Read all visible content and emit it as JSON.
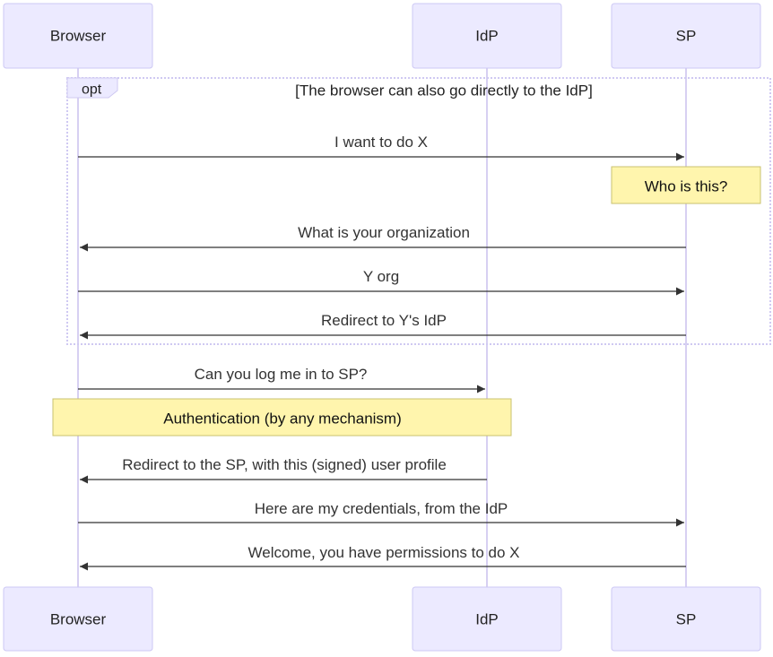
{
  "colors": {
    "actor_fill": "#eceaff",
    "actor_border": "#cdc8f4",
    "lifeline": "#d7d0f2",
    "note_fill": "#fff5ad",
    "arrow": "#333333"
  },
  "actors": {
    "browser": "Browser",
    "idp": "IdP",
    "sp": "SP"
  },
  "opt_frame": {
    "label": "opt",
    "condition": "[The browser can also go directly to the IdP]"
  },
  "messages": [
    {
      "from": "browser",
      "to": "sp",
      "text": "I want to do X"
    },
    {
      "from": "sp",
      "to": "browser",
      "text": "What is your organization"
    },
    {
      "from": "browser",
      "to": "sp",
      "text": "Y org"
    },
    {
      "from": "sp",
      "to": "browser",
      "text": "Redirect to Y's IdP"
    },
    {
      "from": "browser",
      "to": "idp",
      "text": "Can you log me in to SP?"
    },
    {
      "from": "idp",
      "to": "browser",
      "text": "Redirect to the SP, with this (signed) user profile"
    },
    {
      "from": "browser",
      "to": "sp",
      "text": "Here are my credentials, from the IdP"
    },
    {
      "from": "sp",
      "to": "browser",
      "text": "Welcome, you have permissions to do X"
    }
  ],
  "notes": [
    {
      "over": "sp",
      "text": "Who is this?"
    },
    {
      "over": "browser-idp",
      "text": "Authentication (by any mechanism)"
    }
  ]
}
